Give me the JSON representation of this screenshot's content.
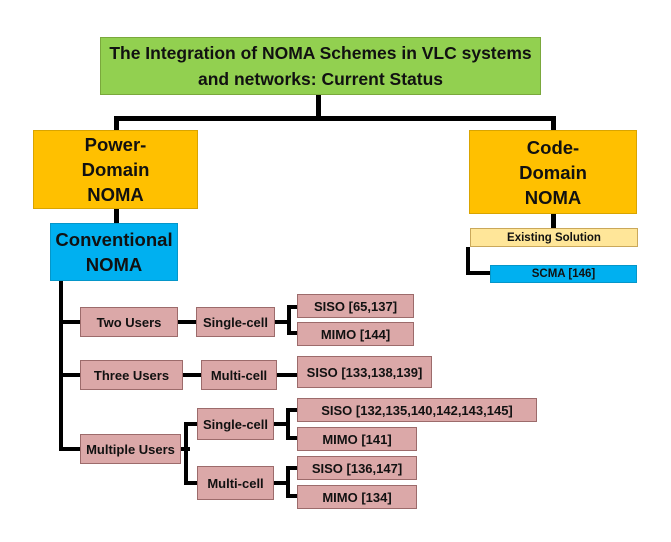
{
  "title": "The Integration of NOMA Schemes in VLC systems and networks: Current Status",
  "power_domain": "Power-Domain NOMA",
  "code_domain": "Code-Domain NOMA",
  "conventional": "Conventional NOMA",
  "existing_solution": "Existing Solution",
  "scma": "SCMA [146]",
  "users": {
    "two": "Two Users",
    "three": "Three Users",
    "multiple": "Multiple Users"
  },
  "cells": {
    "two_single": "Single-cell",
    "three_multi": "Multi-cell",
    "multiple_single": "Single-cell",
    "multiple_multi": "Multi-cell"
  },
  "leaves": {
    "two_siso": "SISO [65,137]",
    "two_mimo": "MIMO [144]",
    "three_siso": "SISO [133,138,139]",
    "mult_single_siso": "SISO [132,135,140,142,143,145]",
    "mult_single_mimo": "MIMO [141]",
    "mult_multi_siso": "SISO [136,147]",
    "mult_multi_mimo": "MIMO [134]"
  }
}
